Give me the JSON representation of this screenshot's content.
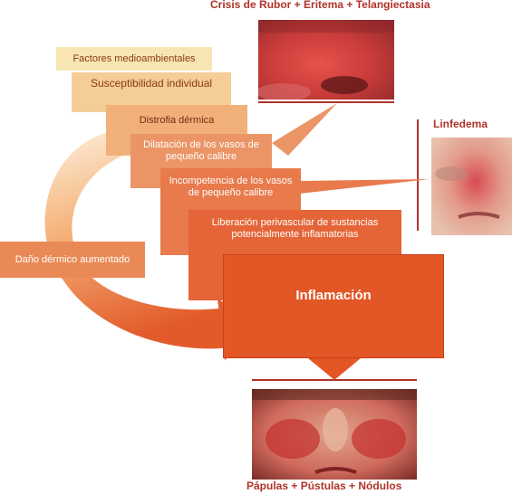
{
  "top_caption": "Crisis de Rubor + Eritema + Telangiectasia",
  "side_caption": "Linfedema",
  "bottom_caption": "Pápulas + Pústulas + Nódulos",
  "cascade": [
    "Factores medioambientales",
    "Susceptibilidad individual",
    "Distrofia dérmica",
    "Dilatación de los vasos de pequeño calibre",
    "Incompetencia de los vasos de pequeño calibre",
    "Liberación perivascular de sustancias potencialmente inflamatorias"
  ],
  "feedback_label": "Daño dérmico aumentado",
  "central_label": "Inflamación",
  "colors": {
    "caption": "#b0322a",
    "arc_light": "#fbe3c8",
    "arc_dark": "#e0622e",
    "inflammation": "#e35626",
    "line": "#b0322a"
  }
}
